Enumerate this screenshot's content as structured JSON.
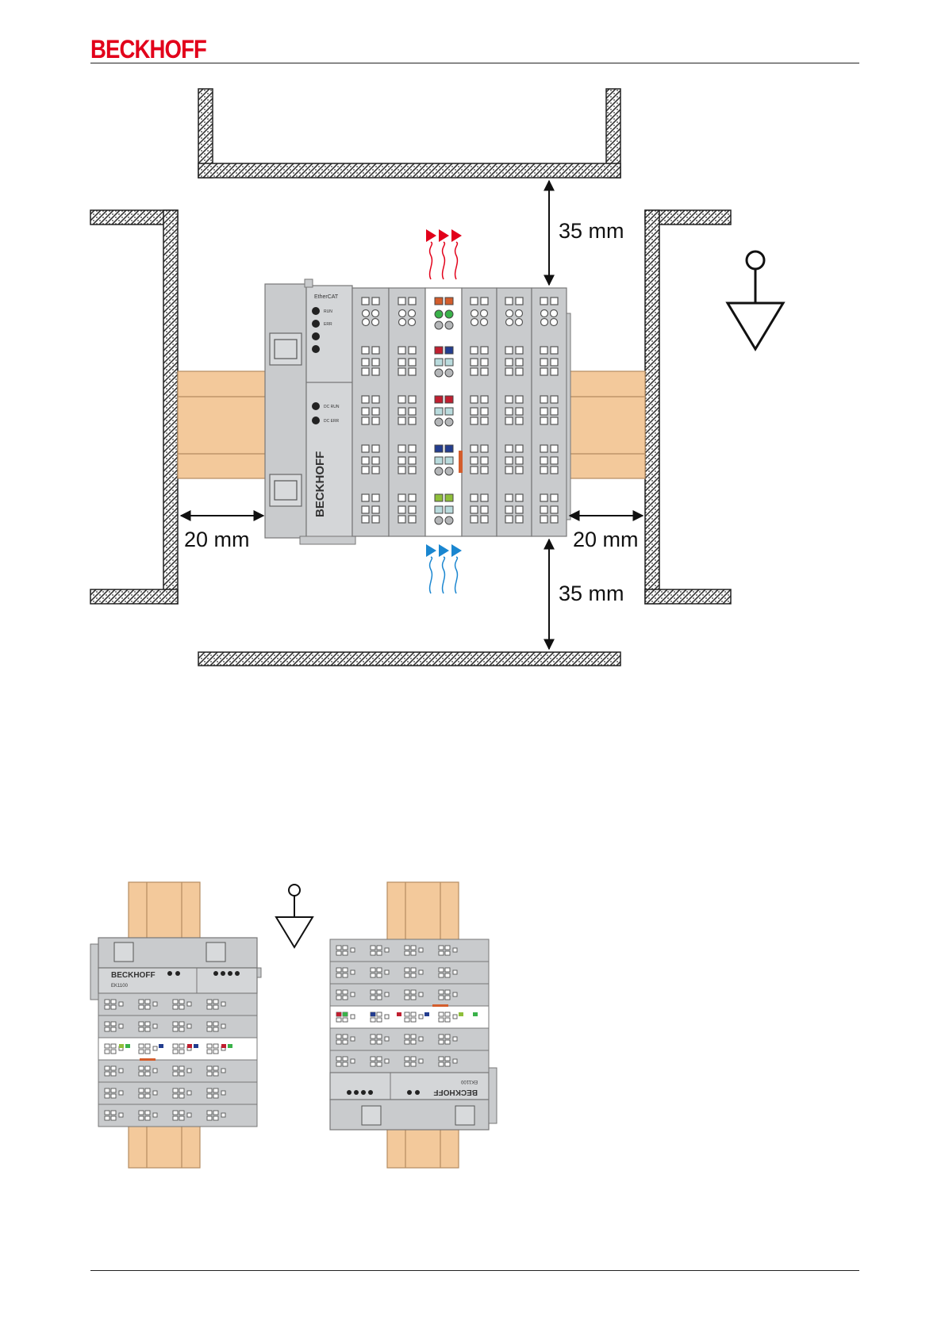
{
  "header": {
    "logo_text": "BECKHOFF"
  },
  "figure1": {
    "dim_top": "35 mm",
    "dim_bottom": "35 mm",
    "dim_left": "20 mm",
    "dim_right": "20 mm",
    "coupler_label": "EtherCAT",
    "led_labels": [
      "RUN",
      "ERR"
    ],
    "led_labels_lower": [
      "DC RUN",
      "DC ERR"
    ],
    "coupler_brand": "BECKHOFF",
    "colors": {
      "rail": "#f3c99b",
      "terminal": "#c9cbcd",
      "hot_air": "#e2001a",
      "cool_air": "#1a86d0"
    }
  },
  "figure2": {
    "left_brand": "BECKHOFF",
    "left_model": "EK1100",
    "right_brand": "BECKHOFF",
    "right_model": "EK1100"
  }
}
